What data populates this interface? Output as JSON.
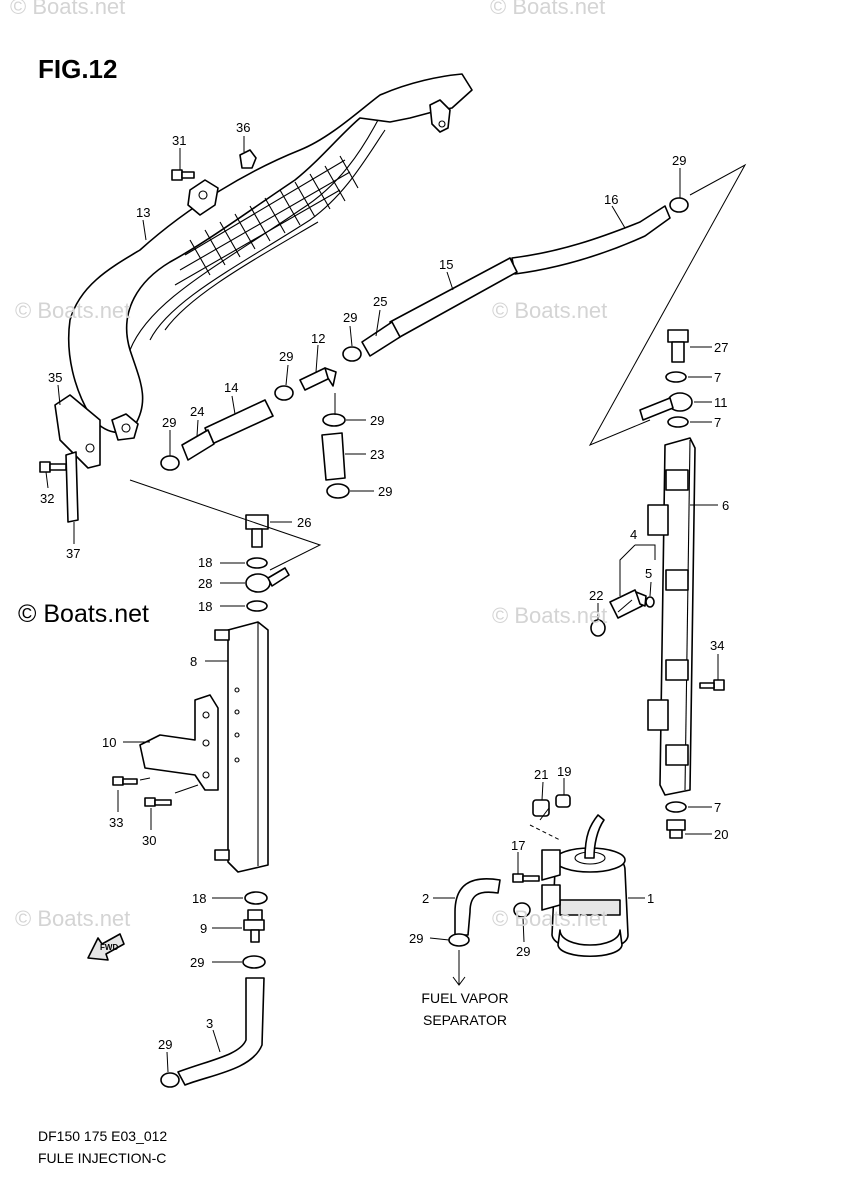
{
  "figure": {
    "title": "FIG.12"
  },
  "brand_label": "© Boats.net",
  "watermark_text": "© Boats.net",
  "destination_label": {
    "line1": "FUEL VAPOR",
    "line2": "SEPARATOR"
  },
  "fwd_label": "FWD",
  "footer": {
    "code": "DF150 175 E03_012",
    "name": "FULE INJECTION-C"
  },
  "callouts": {
    "c31": "31",
    "c36": "36",
    "c13": "13",
    "c29_top": "29",
    "c16": "16",
    "c15": "15",
    "c25": "25",
    "c29_a": "29",
    "c12": "12",
    "c29_b": "29",
    "c14": "14",
    "c24": "24",
    "c29_c": "29",
    "c29_d": "29",
    "c23": "23",
    "c29_e": "29",
    "c35": "35",
    "c32": "32",
    "c37": "37",
    "c26": "26",
    "c18_a": "18",
    "c28": "28",
    "c18_b": "18",
    "c8": "8",
    "c10": "10",
    "c33": "33",
    "c30": "30",
    "c18_c": "18",
    "c9": "9",
    "c29_f": "29",
    "c3": "3",
    "c29_g": "29",
    "c27": "27",
    "c7_a": "7",
    "c11": "11",
    "c7_b": "7",
    "c6": "6",
    "c4": "4",
    "c5": "5",
    "c22": "22",
    "c34": "34",
    "c21": "21",
    "c19": "19",
    "c7_c": "7",
    "c20": "20",
    "c17": "17",
    "c1": "1",
    "c2": "2",
    "c29_h": "29",
    "c29_i": "29"
  }
}
